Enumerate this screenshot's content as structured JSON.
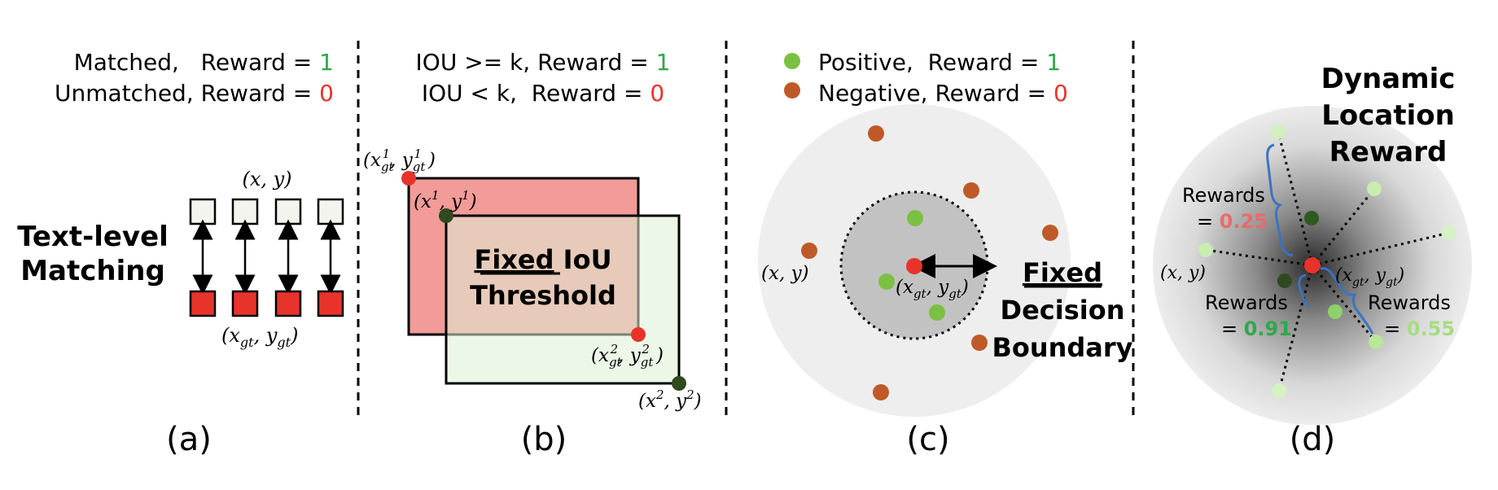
{
  "colors": {
    "green": "#2fa84a",
    "red": "#e8332a",
    "orange": "#bf5a28",
    "light_green": "#7ac143",
    "dark_green": "#2e4a1e",
    "pale_green": "#c9ecb0",
    "pink": "#e88080",
    "blue": "#3b73c2"
  },
  "panel_a": {
    "line1_prefix": "Matched,   Reward = ",
    "line1_value": "1",
    "line2_prefix": "Unmatched, Reward = ",
    "line2_value": "0",
    "side_title_1": "Text-level",
    "side_title_2": "Matching",
    "pred_label": "(x, y)",
    "gt_label": "(x",
    "gt_label_sub": "gt",
    "caption": "(a)"
  },
  "panel_b": {
    "line1_prefix": "IOU >= k, Reward = ",
    "line1_value": "1",
    "line2_prefix": "IOU < k,  Reward = ",
    "line2_value": "0",
    "center_1_underlined": "Fixed",
    "center_1_rest": " IoU",
    "center_2": "Threshold",
    "gt1_label": "(x",
    "p1_label": "(x",
    "gt2_label": "(x",
    "p2_label": "(x",
    "caption": "(b)"
  },
  "panel_c": {
    "legend_pos_label": "Positive,  Reward = ",
    "legend_pos_value": "1",
    "legend_neg_label": "Negative, Reward = ",
    "legend_neg_value": "0",
    "pred_label": "(x, y)",
    "gt_label": "(x",
    "side_1": "Fixed",
    "side_2": "Decision",
    "side_3": "Boundary",
    "caption": "(c)"
  },
  "panel_d": {
    "title_1": "Dynamic",
    "title_2": "Location",
    "title_3": "Reward",
    "rewards_word": "Rewards",
    "reward_a": "0.25",
    "reward_b": "0.91",
    "reward_c": "0.55",
    "eq": "= ",
    "pred_label": "(x, y)",
    "gt_label": "(x",
    "caption": "(d)"
  },
  "math": {
    "gt": "gt",
    "comma_y": ", y",
    "close": ")",
    "one": "1",
    "two": "2",
    "gt_one": "gt",
    "comma_y1": ", y",
    "sup1": "1",
    "sup2": "2"
  }
}
